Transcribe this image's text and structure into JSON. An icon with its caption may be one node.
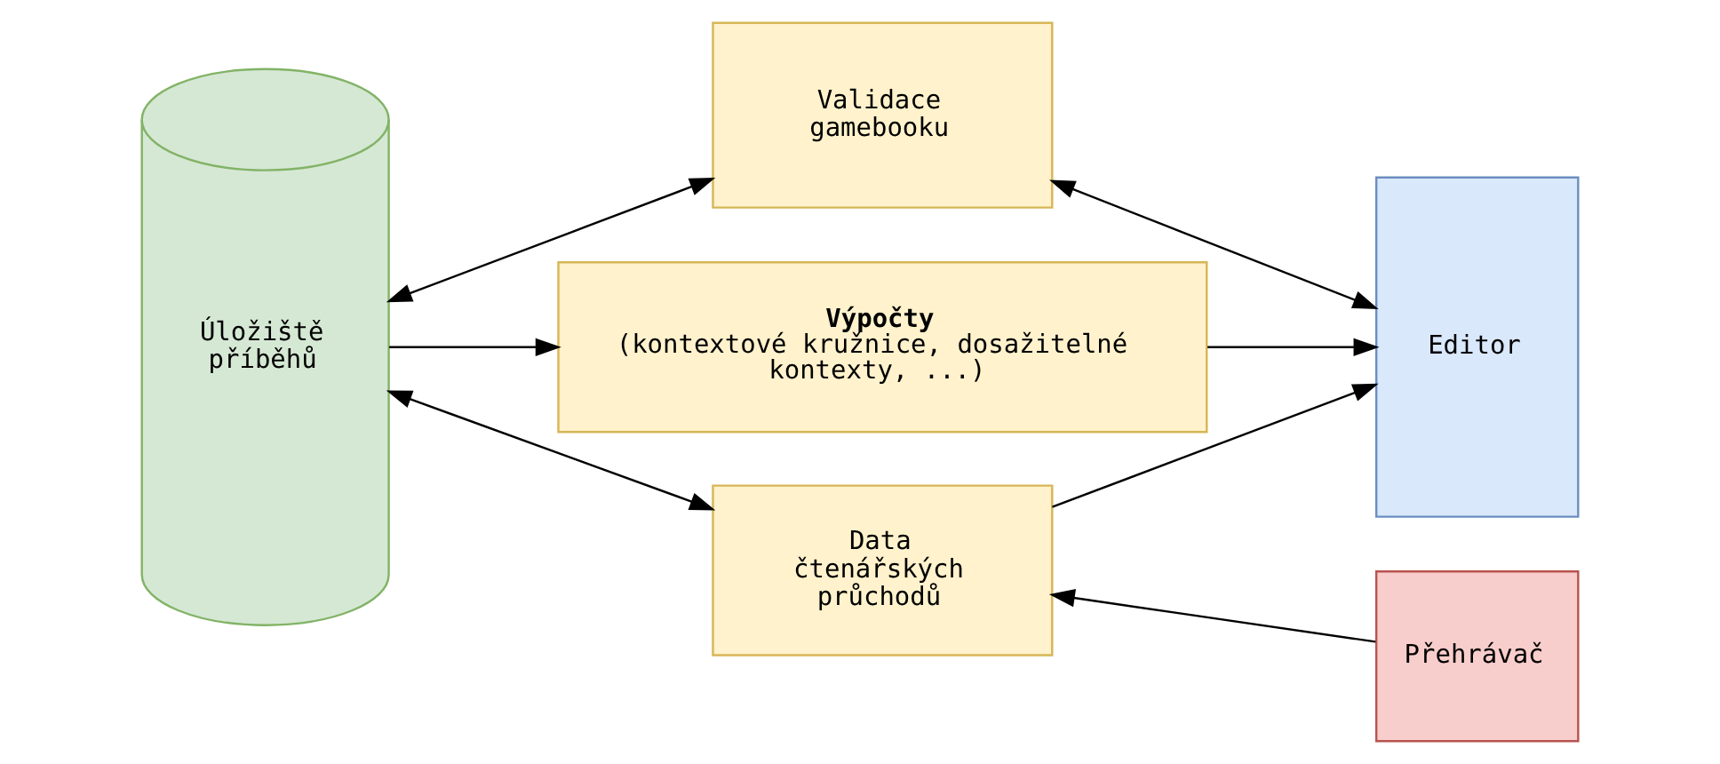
{
  "diagram": {
    "nodes": [
      {
        "text": [
          "Úložiště příběhů"
        ]
      },
      {
        "text": [
          "Validace gamebooku"
        ]
      },
      {
        "text": [
          "Výpočty",
          "(kontextové kružnice, dosažitelné kontexty, ...)"
        ]
      },
      {
        "text": [
          "Editor"
        ]
      },
      {
        "text": [
          "Data čtenářských průchodů"
        ]
      },
      {
        "text": [
          "Přehrávač"
        ]
      }
    ],
    "edges": [
      {
        "from": 0,
        "to": 1,
        "arrow": "both"
      },
      {
        "from": 1,
        "to": 3,
        "arrow": "both"
      },
      {
        "from": 0,
        "to": 2,
        "arrow": "to"
      },
      {
        "from": 2,
        "to": 3,
        "arrow": "to"
      },
      {
        "from": 4,
        "to": 3,
        "arrow": "to"
      },
      {
        "from": 0,
        "to": 4,
        "arrow": "both"
      },
      {
        "from": 5,
        "to": 4,
        "arrow": "to"
      }
    ]
  }
}
